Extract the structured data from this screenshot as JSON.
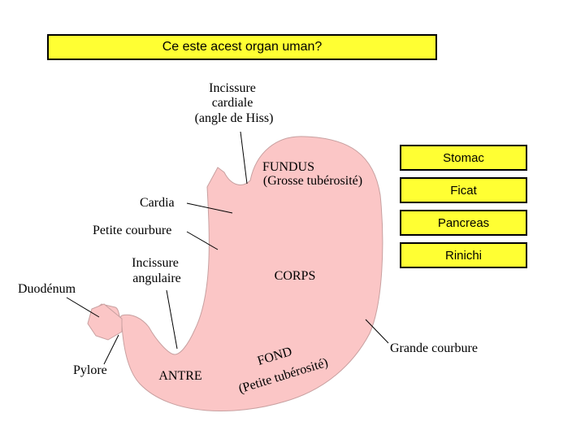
{
  "question": "Ce este acest organ uman?",
  "answers": [
    "Stomac",
    "Ficat",
    "Pancreas",
    "Rinichi"
  ],
  "colors": {
    "question_bg": "#ffff33",
    "answer_bg": "#ffff33",
    "organ_fill": "#fbc6c6"
  },
  "diagram": {
    "incissure_cardiale": [
      "Incissure",
      "cardiale",
      "(angle de Hiss)"
    ],
    "fundus": "FUNDUS",
    "fundus_sub": "(Grosse tubérosité)",
    "cardia": "Cardia",
    "petite_courbure": "Petite courbure",
    "incissure_angulaire": [
      "Incissure",
      "angulaire"
    ],
    "corps": "CORPS",
    "duodenum": "Duodénum",
    "fond": "FOND",
    "fond_sub": "(Petite tubérosité)",
    "grande_courbure": "Grande courbure",
    "pylore": "Pylore",
    "antre": "ANTRE"
  }
}
